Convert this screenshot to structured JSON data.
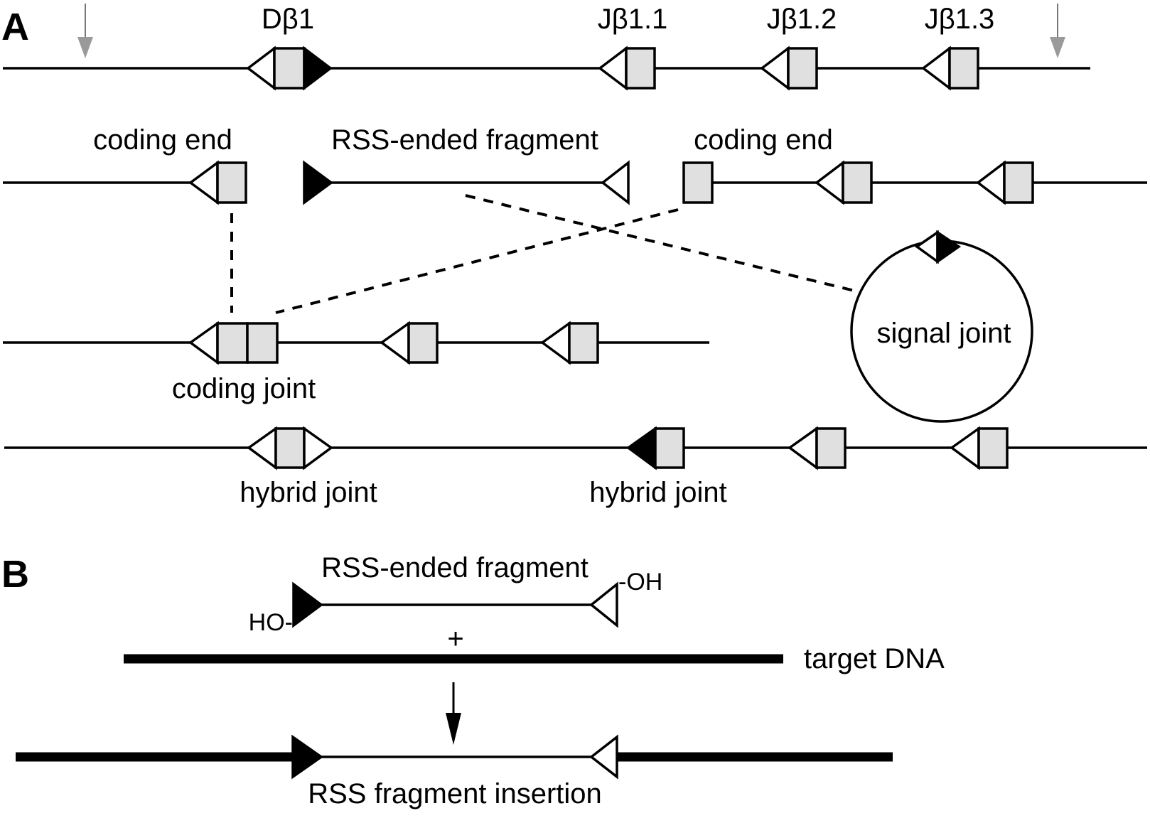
{
  "panels": {
    "a": "A",
    "b": "B"
  },
  "panel_a": {
    "germline_labels": [
      "Dβ1",
      "Jβ1.1",
      "Jβ1.2",
      "Jβ1.3"
    ],
    "cleavage": {
      "left_label": "coding end",
      "middle_label": "RSS-ended fragment",
      "right_label": "coding end"
    },
    "signal_joint_label": "signal joint",
    "coding_joint_label": "coding joint",
    "hybrid_joint_labels": [
      "hybrid joint",
      "hybrid joint"
    ]
  },
  "panel_b": {
    "fragment_label": "RSS-ended fragment",
    "hydroxyl_left": "HO-",
    "hydroxyl_right": "-OH",
    "plus": "+",
    "target_label": "target DNA",
    "product_label": "RSS fragment insertion"
  },
  "colors": {
    "segment_fill": "#e0e0e0",
    "line": "#000000",
    "marker_arrow": "#9a9a9a"
  }
}
